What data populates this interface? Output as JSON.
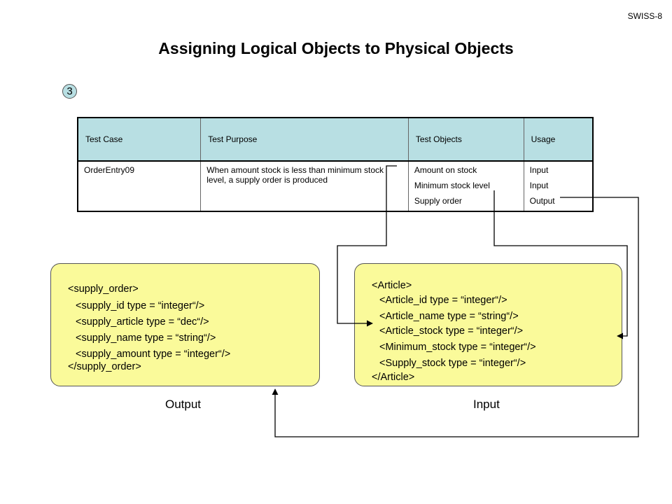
{
  "slide_id": "SWISS-8",
  "title": "Assigning Logical Objects to Physical Objects",
  "step_number": "3",
  "table": {
    "headers": [
      "Test Case",
      "Test Purpose",
      "Test Objects",
      "Usage"
    ],
    "row": {
      "test_case": "OrderEntry09",
      "test_purpose": "When amount stock is less than minimum stock level, a supply order is produced",
      "test_objects": [
        "Amount on stock",
        "Minimum stock level",
        "Supply order"
      ],
      "usage": [
        "Input",
        "Input",
        "Output"
      ]
    }
  },
  "output_box": {
    "lines": [
      "<supply_order>",
      "<supply_id type = “integer“/>",
      "<supply_article type = “dec“/>",
      "<supply_name type = “string“/>",
      "<supply_amount type = “integer“/>",
      "</supply_order>"
    ],
    "caption": "Output"
  },
  "input_box": {
    "lines": [
      "<Article>",
      "<Article_id type = “integer“/>",
      "<Article_name type = “string“/>",
      "<Article_stock type = “integer“/>",
      "<Minimum_stock type = “integer“/>",
      "<Supply_stock type = “integer“/>",
      "</Article>"
    ],
    "caption": "Input"
  }
}
